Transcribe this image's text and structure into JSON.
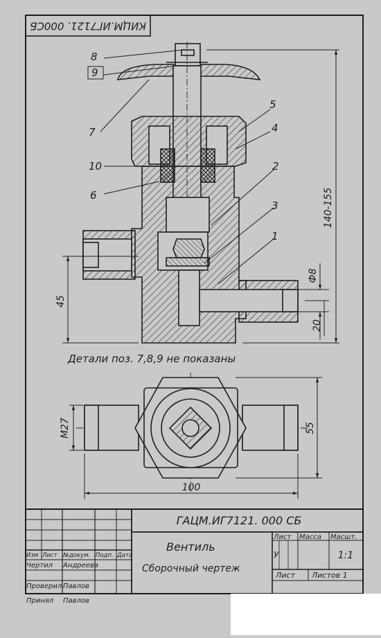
{
  "drawing": {
    "rotated_stamp": "КИЦМ.ИГ7121. 000СБ",
    "note": "Детали поз. 7,8,9 не показаны",
    "positions": [
      "1",
      "2",
      "3",
      "4",
      "5",
      "6",
      "7",
      "8",
      "9",
      "10"
    ],
    "dimensions": {
      "overall_height": "140-155",
      "height_45": "45",
      "diameter_8": "Ф8",
      "offset_20": "20",
      "thread_m27": "M27",
      "width_55": "55",
      "length_100": "100"
    }
  },
  "title_block": {
    "doc_number": "ГАЦМ.ИГ7121. 000 СБ",
    "product_name": "Вентиль",
    "doc_type": "Сборочный чертеж",
    "col_headers": [
      "Изм",
      "Лист",
      "№докум.",
      "Подп.",
      "Дата"
    ],
    "roles": [
      {
        "role": "Чертил",
        "name": "Андреева"
      },
      {
        "role": "Проверил",
        "name": "Павлов"
      },
      {
        "role": "Принял",
        "name": "Павлов"
      }
    ],
    "sheet_label": "Лист",
    "mass_label": "Масса",
    "scale_label": "Масшт.",
    "letter": "У",
    "scale": "1:1",
    "sheets_label": "Листов 1"
  },
  "colors": {
    "paper": "#c9c9cb",
    "ink": "#1e1e1e",
    "hatch": "#3a3a3a"
  }
}
